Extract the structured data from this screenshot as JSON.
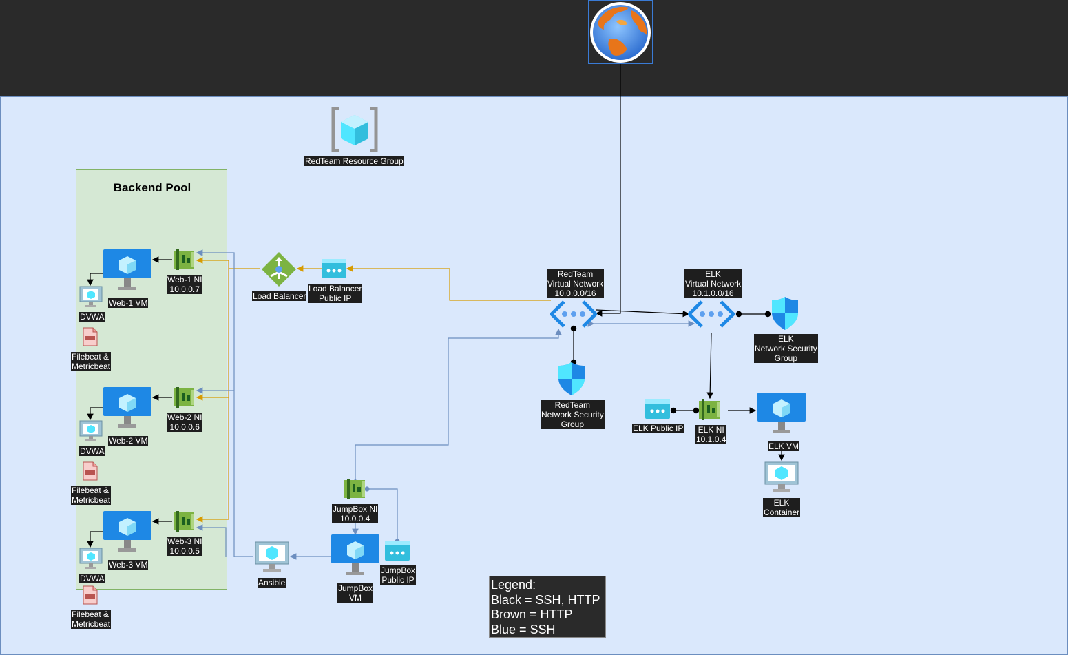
{
  "resource_group_label": "RedTeam Resource Group",
  "backend_pool_title": "Backend Pool",
  "web_vms": [
    {
      "nic_name": "Web-1 NI",
      "nic_ip": "10.0.0.7",
      "vm_label": "Web-1 VM",
      "container_label": "DVWA",
      "beat_line1": "Filebeat &",
      "beat_line2": "Metricbeat"
    },
    {
      "nic_name": "Web-2 NI",
      "nic_ip": "10.0.0.6",
      "vm_label": "Web-2 VM",
      "container_label": "DVWA",
      "beat_line1": "Filebeat &",
      "beat_line2": "Metricbeat"
    },
    {
      "nic_name": "Web-3 NI",
      "nic_ip": "10.0.0.5",
      "vm_label": "Web-3 VM",
      "container_label": "DVWA",
      "beat_line1": "Filebeat &",
      "beat_line2": "Metricbeat"
    }
  ],
  "load_balancer": {
    "label": "Load Balancer"
  },
  "lb_public_ip": {
    "line1": "Load Balancer",
    "line2": "Public IP"
  },
  "redteam_vnet": {
    "line1": "RedTeam",
    "line2": "Virtual Network",
    "line3": "10.0.0.0/16"
  },
  "elk_vnet": {
    "line1": "ELK",
    "line2": "Virtual Network",
    "line3": "10.1.0.0/16"
  },
  "redteam_nsg": {
    "line1": "RedTeam",
    "line2": "Network Security",
    "line3": "Group"
  },
  "elk_nsg": {
    "line1": "ELK",
    "line2": "Network Security",
    "line3": "Group"
  },
  "elk_public_ip": {
    "label": "ELK Public IP"
  },
  "elk_nic": {
    "line1": "ELK NI",
    "line2": "10.1.0.4"
  },
  "elk_vm": {
    "label": "ELK VM"
  },
  "elk_container": {
    "line1": "ELK",
    "line2": "Container"
  },
  "jumpbox_nic": {
    "line1": "JumpBox NI",
    "line2": "10.0.0.4"
  },
  "jumpbox_vm": {
    "line1": "JumpBox",
    "line2": "VM"
  },
  "jumpbox_public_ip": {
    "line1": "JumpBox",
    "line2": "Public IP"
  },
  "ansible": {
    "label": "Ansible"
  },
  "legend": {
    "title": "Legend:",
    "items": [
      "Black = SSH, HTTP",
      "Brown = HTTP",
      "Blue = SSH"
    ]
  },
  "colors": {
    "ssh_http": "#000000",
    "http": "#d79b00",
    "ssh": "#6c8ebf",
    "azure_blue": "#1e88e5",
    "nic_green": "#7cb342"
  }
}
